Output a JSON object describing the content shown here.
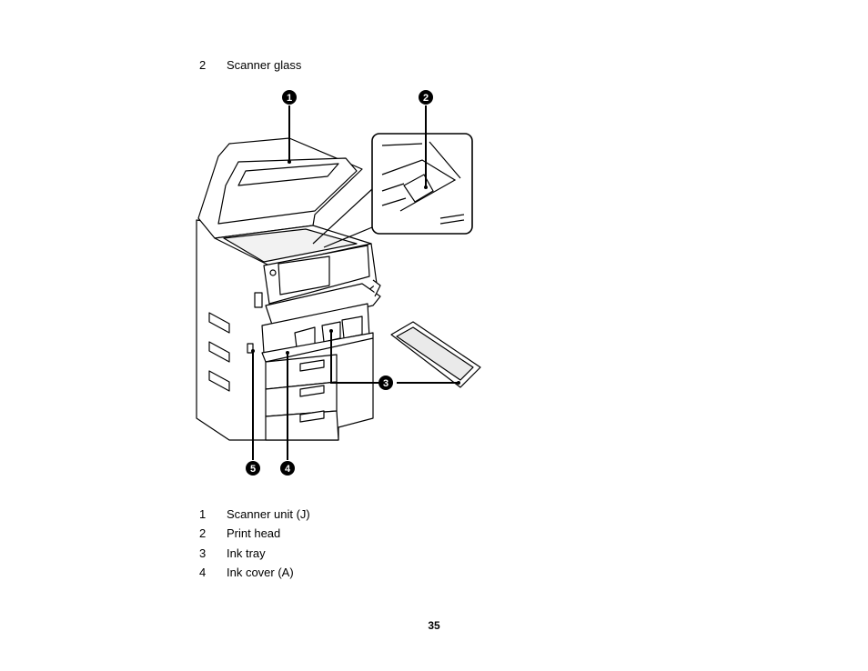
{
  "top_item": {
    "number": "2",
    "label": "Scanner glass"
  },
  "figure": {
    "callouts": [
      "1",
      "2",
      "3",
      "4",
      "5"
    ]
  },
  "legend": [
    {
      "number": "1",
      "label": "Scanner unit (J)"
    },
    {
      "number": "2",
      "label": "Print head"
    },
    {
      "number": "3",
      "label": "Ink tray"
    },
    {
      "number": "4",
      "label": "Ink cover (A)"
    }
  ],
  "page_number": "35"
}
